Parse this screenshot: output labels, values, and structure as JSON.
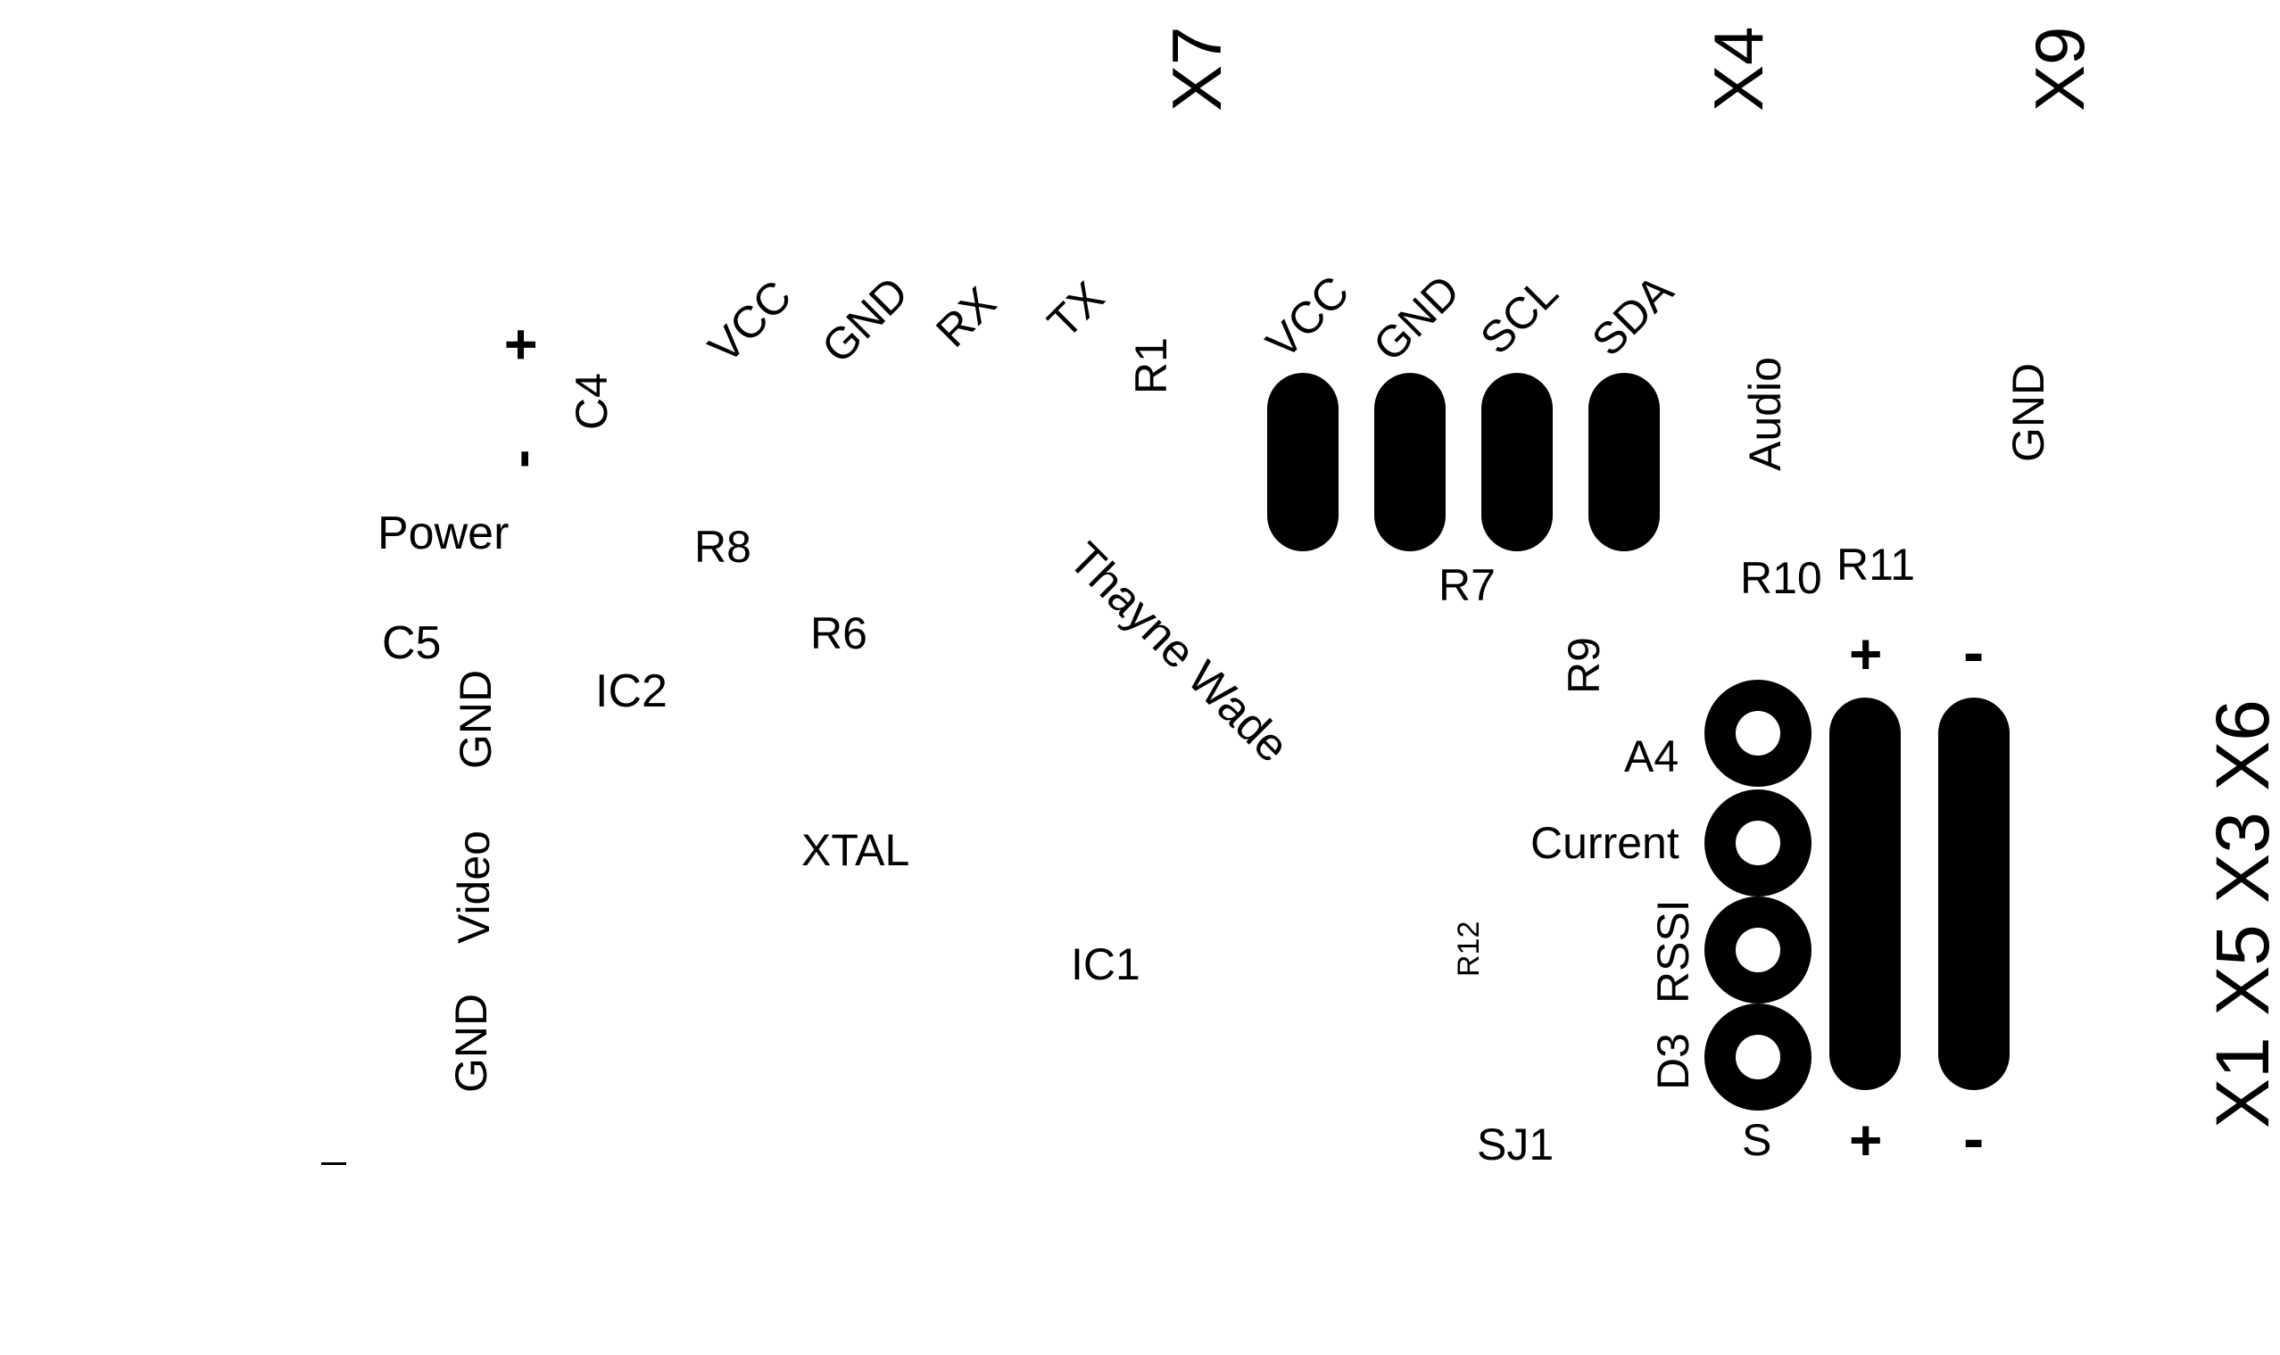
{
  "colors": {
    "ink": "#000000",
    "background": "#ffffff"
  },
  "connectors": {
    "x7": "X7",
    "x4": "X4",
    "x9": "X9",
    "bottom_row": "X1 X5 X3 X6"
  },
  "serial_header": {
    "vcc": "VCC",
    "gnd": "GND",
    "rx": "RX",
    "tx": "TX"
  },
  "i2c_header": {
    "vcc": "VCC",
    "gnd": "GND",
    "scl": "SCL",
    "sda": "SDA"
  },
  "components": {
    "r1": "R1",
    "c4": "C4",
    "c5": "C5",
    "r8": "R8",
    "r6": "R6",
    "ic2": "IC2",
    "xtal": "XTAL",
    "ic1": "IC1",
    "r7": "R7",
    "r9": "R9",
    "r10": "R10",
    "r11": "R11",
    "r12": "R12",
    "sj1": "SJ1"
  },
  "power": {
    "plus": "+",
    "minus": "-",
    "label": "Power"
  },
  "left_column": {
    "gnd_top": "GND",
    "video": "Video",
    "gnd_bottom": "GND"
  },
  "signature": "Thayne Wade",
  "audio": "Audio",
  "gnd_right": "GND",
  "signal_header": {
    "a4": "A4",
    "current": "Current",
    "rssi": "RSSI",
    "d3": "D3",
    "s": "S",
    "plus": "+",
    "minus": "-"
  }
}
